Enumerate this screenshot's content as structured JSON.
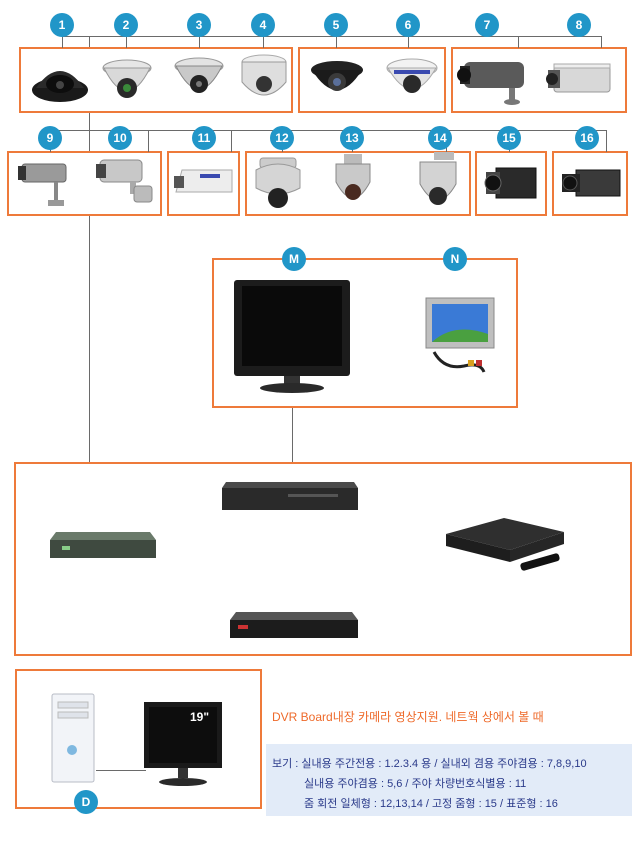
{
  "cameras": [
    {
      "number": "1",
      "type": "dome-camera"
    },
    {
      "number": "2",
      "type": "dome-camera"
    },
    {
      "number": "3",
      "type": "dome-camera"
    },
    {
      "number": "4",
      "type": "dome-camera"
    },
    {
      "number": "5",
      "type": "dome-camera"
    },
    {
      "number": "6",
      "type": "dome-camera"
    },
    {
      "number": "7",
      "type": "bullet-camera"
    },
    {
      "number": "8",
      "type": "bullet-camera"
    },
    {
      "number": "9",
      "type": "bullet-camera"
    },
    {
      "number": "10",
      "type": "bullet-camera"
    },
    {
      "number": "11",
      "type": "bullet-camera"
    },
    {
      "number": "12",
      "type": "speed-dome-camera"
    },
    {
      "number": "13",
      "type": "speed-dome-camera"
    },
    {
      "number": "14",
      "type": "speed-dome-camera"
    },
    {
      "number": "15",
      "type": "box-camera"
    },
    {
      "number": "16",
      "type": "box-camera"
    }
  ],
  "monitors": {
    "m_label": "M",
    "n_label": "N"
  },
  "pc": {
    "label": "D",
    "monitor_size": "19\""
  },
  "caption": "DVR Board내장 카메라 영상지원. 네트웍 상에서 볼 때",
  "legend": {
    "line1": "보기 : 실내용 주간전용 : 1.2.3.4 용    /     실내외 겸용 주야겸용 : 7,8,9,10",
    "line2": "실내용 주야겸용 :  5,6    /     주야 차량번호식별용 :  11",
    "line3": "줌 회전 일체형 : 12,13,14     /     고정 줌형 : 15    /   표준형 : 16"
  },
  "colors": {
    "accent": "#ee7a3a",
    "badge": "#2196c8",
    "legend_bg": "#e2ebf8",
    "legend_text": "#2a3a8a"
  }
}
